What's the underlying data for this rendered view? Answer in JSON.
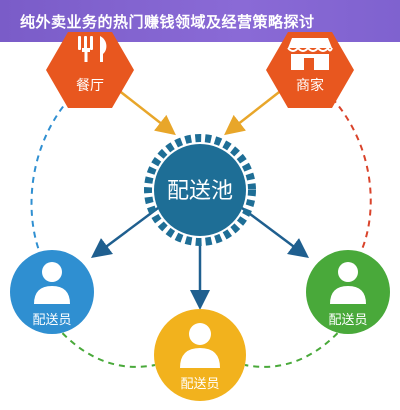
{
  "title": "纯外卖业务的热门赚钱领域及经营策略探讨",
  "nodes": {
    "restaurant": {
      "label": "餐厅",
      "icon": "fork-knife-icon",
      "color": "#e8571f"
    },
    "merchant": {
      "label": "商家",
      "icon": "storefront-icon",
      "color": "#e8571f"
    },
    "pool": {
      "label": "配送池",
      "color": "#1e6e96"
    },
    "courier_left": {
      "label": "配送员",
      "icon": "person-icon",
      "color": "#2f8fd1"
    },
    "courier_bottom": {
      "label": "配送员",
      "icon": "person-icon",
      "color": "#f2b21d"
    },
    "courier_right": {
      "label": "配送员",
      "icon": "person-icon",
      "color": "#49a93a"
    }
  },
  "colors": {
    "arrow": "#e8a62a",
    "arrow_blue": "#1f5f8f",
    "dash_left": "#2f8fd1",
    "dash_right": "#d9432b",
    "dash_bottom": "#49a93a"
  }
}
